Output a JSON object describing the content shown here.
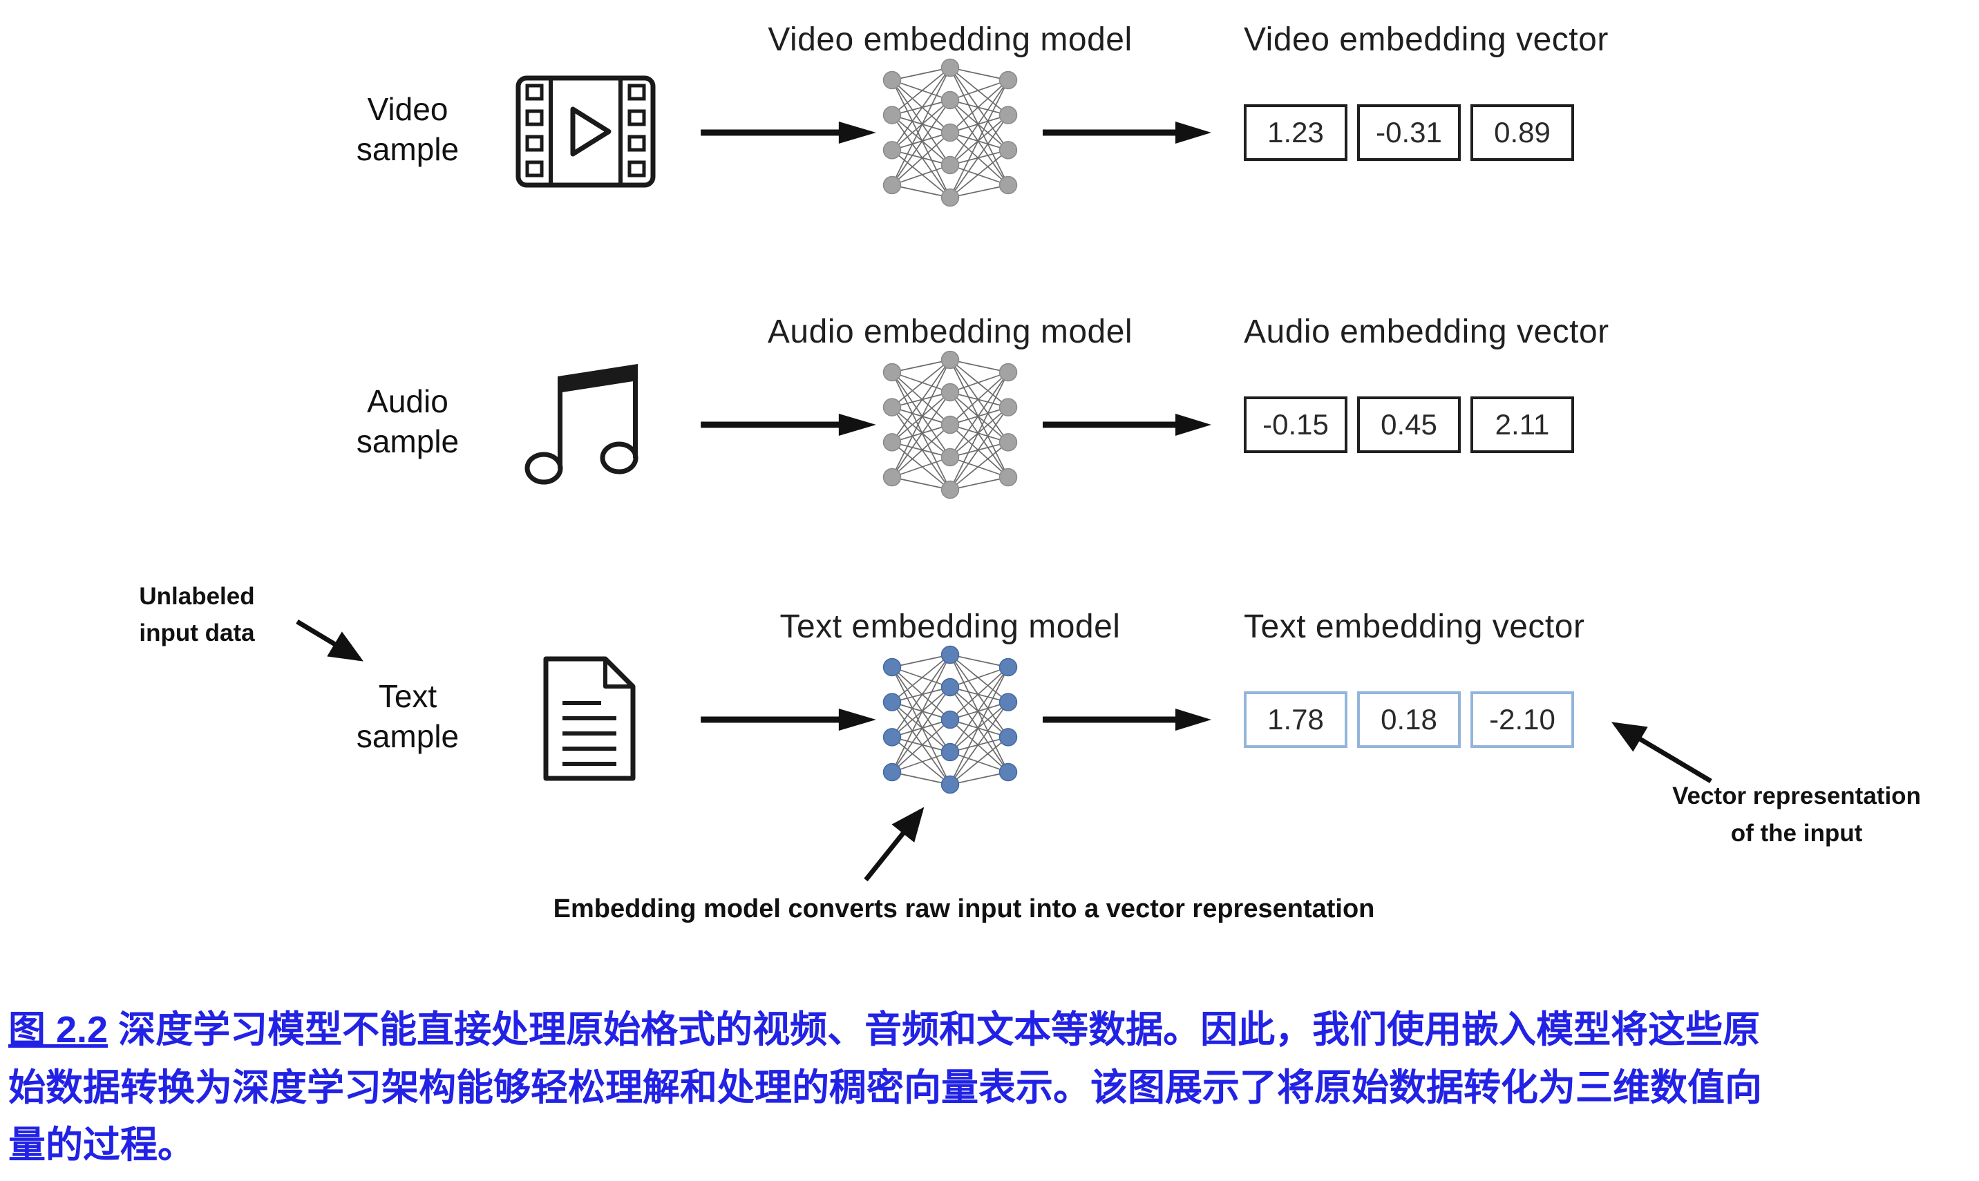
{
  "rows": [
    {
      "id": "video",
      "sample_label": "Video\nsample",
      "icon": "film-video-icon",
      "model_title": "Video embedding model",
      "vector_title": "Video embedding vector",
      "vector": [
        "1.23",
        "-0.31",
        "0.89"
      ],
      "node_color": "#a3a3a3",
      "node_stroke": "#8a8a8a",
      "box_border": "#1f1f1f"
    },
    {
      "id": "audio",
      "sample_label": "Audio\nsample",
      "icon": "music-note-icon",
      "model_title": "Audio embedding model",
      "vector_title": "Audio embedding vector",
      "vector": [
        "-0.15",
        "0.45",
        "2.11"
      ],
      "node_color": "#a3a3a3",
      "node_stroke": "#8a8a8a",
      "box_border": "#1f1f1f"
    },
    {
      "id": "text",
      "sample_label": "Text\nsample",
      "icon": "document-icon",
      "model_title": "Text embedding model",
      "vector_title": "Text embedding vector",
      "vector": [
        "1.78",
        "0.18",
        "-2.10"
      ],
      "node_color": "#5b81b8",
      "node_stroke": "#47699c",
      "box_border": "#93b5da"
    }
  ],
  "annotations": {
    "unlabeled_input": "Unlabeled\ninput data",
    "embedding_note": "Embedding model converts raw input into a vector representation",
    "vector_note": "Vector representation\nof the input"
  },
  "caption": {
    "label": "图 2.2",
    "text": " 深度学习模型不能直接处理原始格式的视频、音频和文本等数据。因此，我们使用嵌入模型将这些原\n始数据转换为深度学习架构能够轻松理解和处理的稠密向量表示。该图展示了将原始数据转化为三维数值向\n量的过程。",
    "color": "#2222e6"
  },
  "colors": {
    "arrow": "#111111",
    "nn_edge": "#6b6b6b"
  }
}
